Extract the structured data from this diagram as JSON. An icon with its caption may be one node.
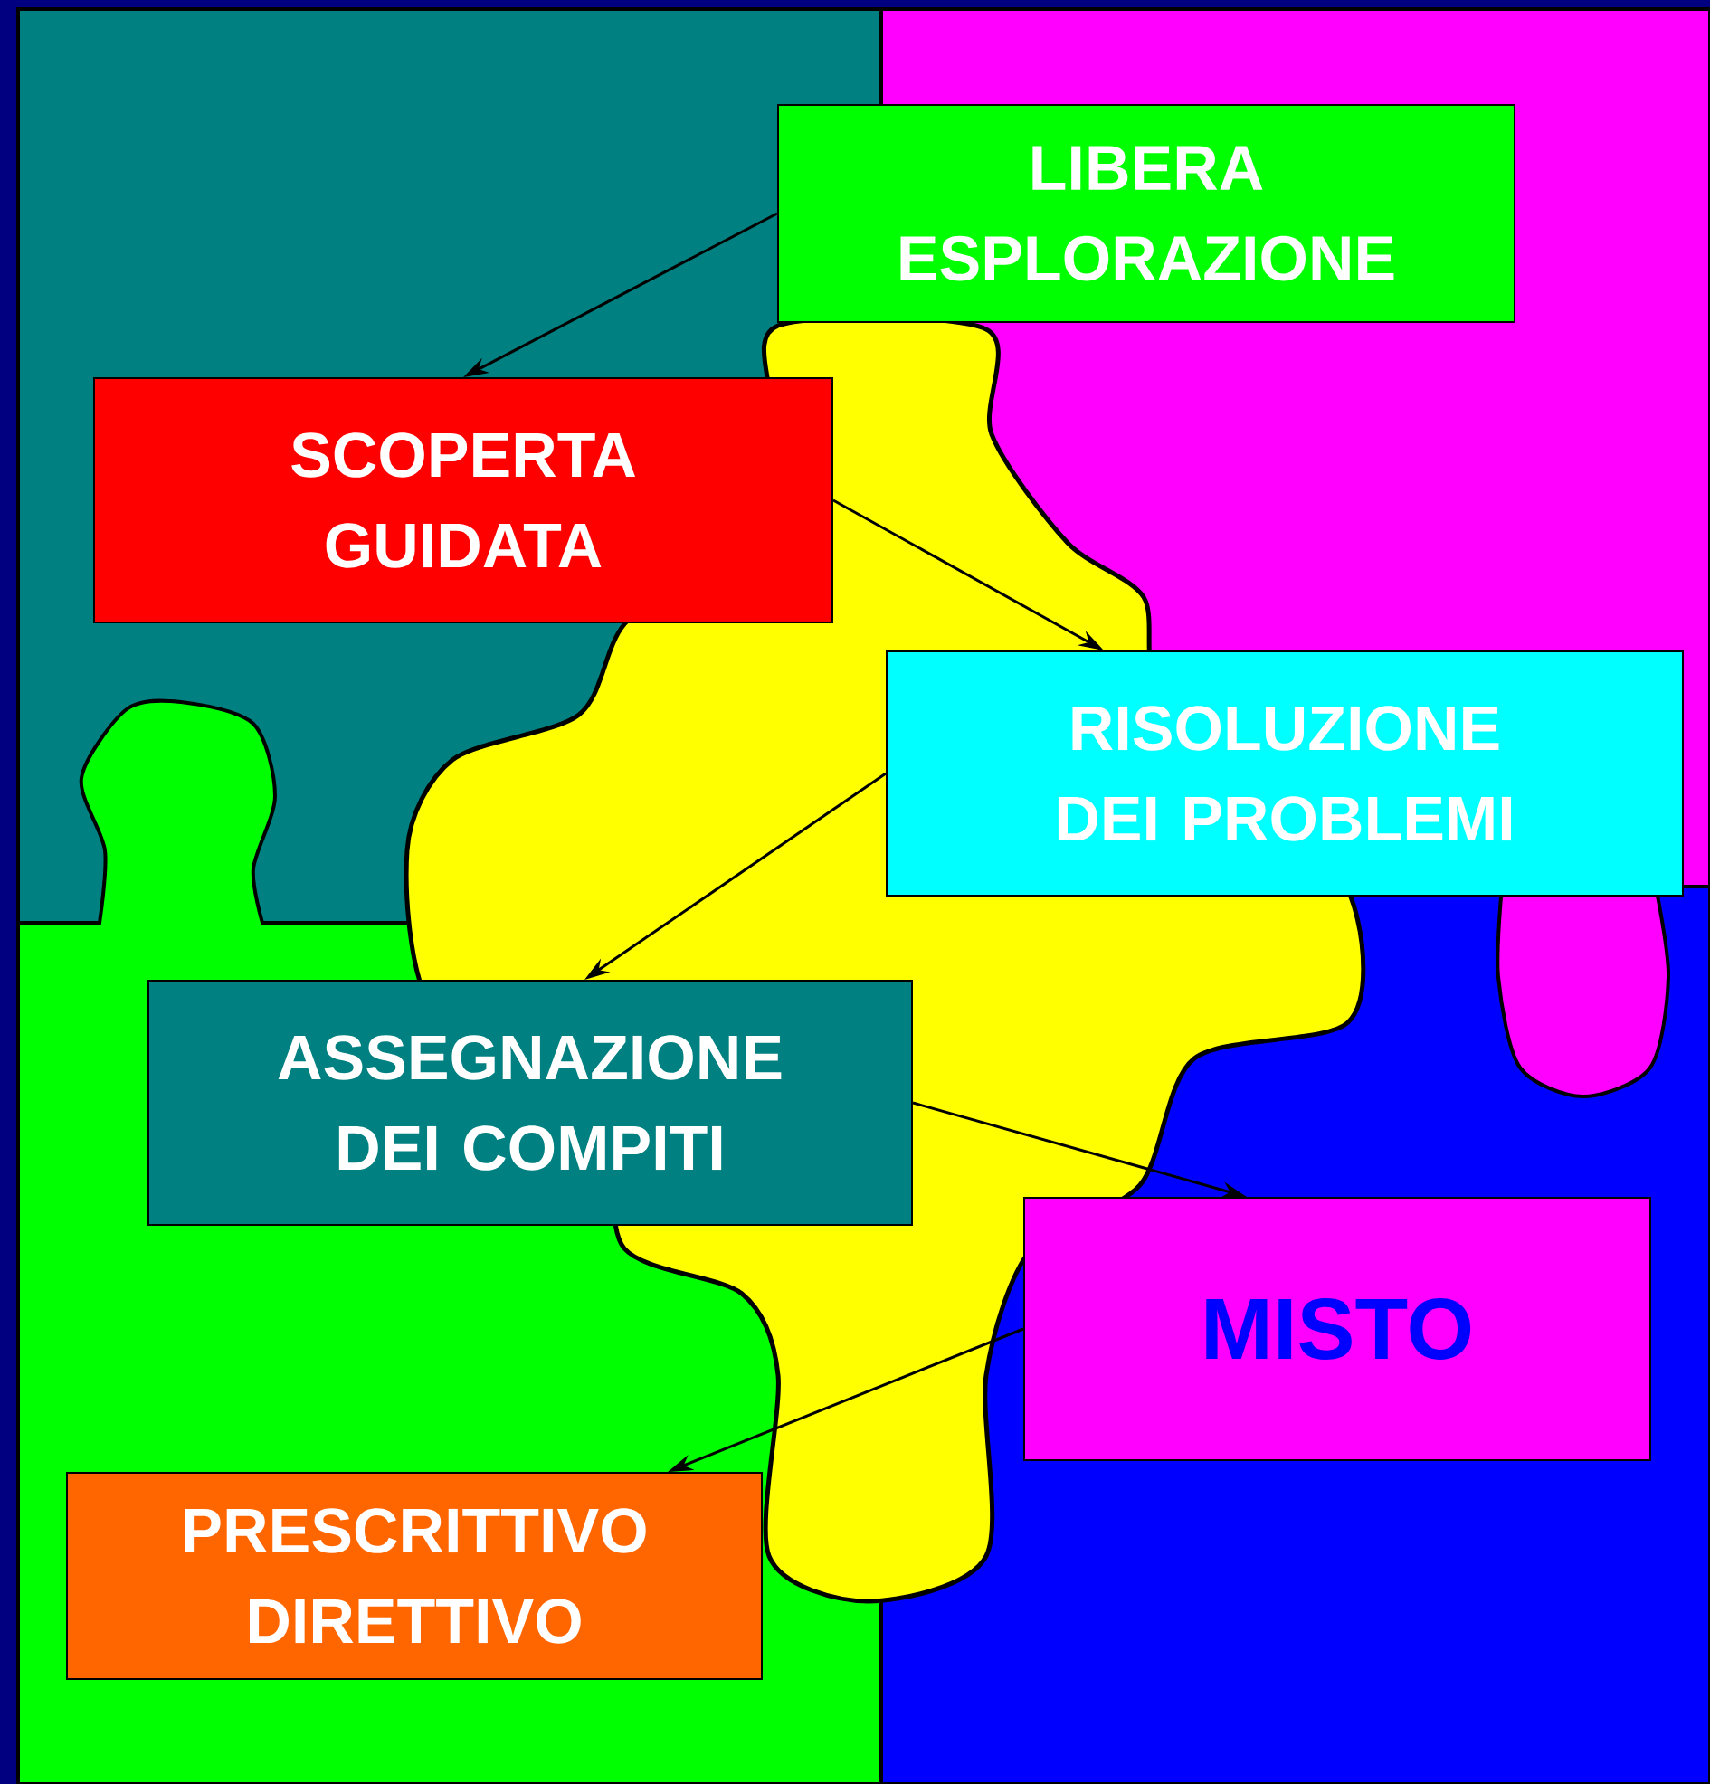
{
  "diagram": {
    "nodes": [
      {
        "text": [
          "LIBERA ESPLORAZIONE"
        ]
      },
      {
        "text": [
          "SCOPERTA GUIDATA"
        ]
      },
      {
        "text": [
          "RISOLUZIONE DEI PROBLEMI"
        ]
      },
      {
        "text": [
          "ASSEGNAZIONE DEI COMPITI"
        ]
      },
      {
        "text": [
          "MISTO"
        ]
      },
      {
        "text": [
          "PRESCRITTIVO DIRETTIVO"
        ]
      }
    ],
    "edges": [
      {
        "from": 0,
        "to": 1,
        "arrow": "to"
      },
      {
        "from": 1,
        "to": 2,
        "arrow": "to"
      },
      {
        "from": 2,
        "to": 3,
        "arrow": "to"
      },
      {
        "from": 3,
        "to": 4,
        "arrow": "to"
      },
      {
        "from": 4,
        "to": 5,
        "arrow": "to"
      }
    ]
  }
}
